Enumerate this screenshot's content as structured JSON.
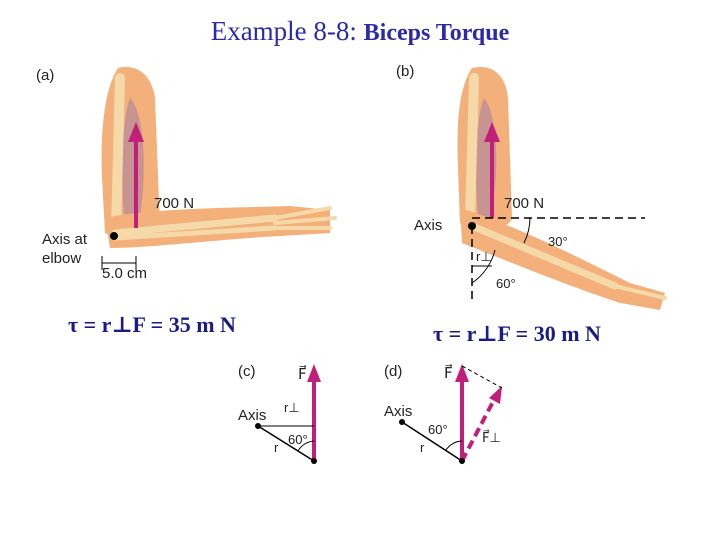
{
  "title": {
    "prefix": "Example 8-8:",
    "subject": "Biceps Torque"
  },
  "panel_a": {
    "tag": "(a)",
    "force": "700 N",
    "axis_label_1": "Axis at",
    "axis_label_2": "elbow",
    "distance": "5.0 cm"
  },
  "panel_b": {
    "tag": "(b)",
    "axis_label": "Axis",
    "force": "700 N",
    "angle_30": "30°",
    "angle_60": "60°",
    "r_perp": "r⊥"
  },
  "equations": {
    "a": "τ = r⊥F = 35 m N",
    "b": "τ = r⊥F = 30 m N"
  },
  "panel_c": {
    "tag": "(c)",
    "force": "F⃗",
    "axis_label": "Axis",
    "r_perp": "r⊥",
    "r": "r",
    "angle": "60°"
  },
  "panel_d": {
    "tag": "(d)",
    "force": "F⃗",
    "axis_label": "Axis",
    "angle": "60°",
    "f_perp": "F⃗⊥",
    "r": "r"
  },
  "colors": {
    "title": "#2c2aa6",
    "force_arrow": "#c0207a",
    "bone": "#f6d9a8",
    "skin": "#f3b07a",
    "muscle": "#c08f97"
  }
}
